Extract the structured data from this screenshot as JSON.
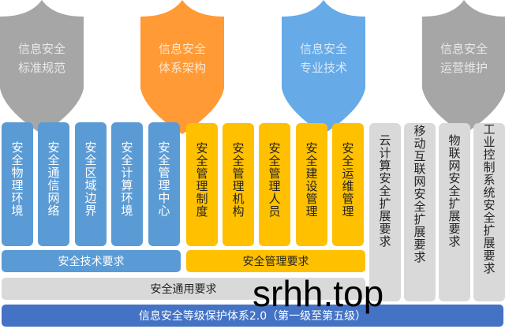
{
  "shields": [
    {
      "line1": "信息安全",
      "line2": "标准规范",
      "color": "#a6a6a6"
    },
    {
      "line1": "信息安全",
      "line2": "体系架构",
      "color": "#ff9a35"
    },
    {
      "line1": "信息安全",
      "line2": "专业技术",
      "color": "#66aae8"
    },
    {
      "line1": "信息安全",
      "line2": "运营维护",
      "color": "#a6a6a6"
    }
  ],
  "tech_columns": [
    "安全物理环境",
    "安全通信网络",
    "安全区域边界",
    "安全计算环境",
    "安全管理中心"
  ],
  "mgmt_columns": [
    "安全管理制度",
    "安全管理机构",
    "安全管理人员",
    "安全建设管理",
    "安全运维管理"
  ],
  "ext_columns": [
    "云计算安全扩展要求",
    "移动互联网安全扩展要求",
    "物联网安全扩展要求",
    "工业控制系统安全扩展要求"
  ],
  "tech_bar": "安全技术要求",
  "mgmt_bar": "安全管理要求",
  "general_bar": "安全通用要求",
  "base_bar": "信息安全等级保护体系2.0（第一级至第五级）",
  "watermark": "srhh.top"
}
